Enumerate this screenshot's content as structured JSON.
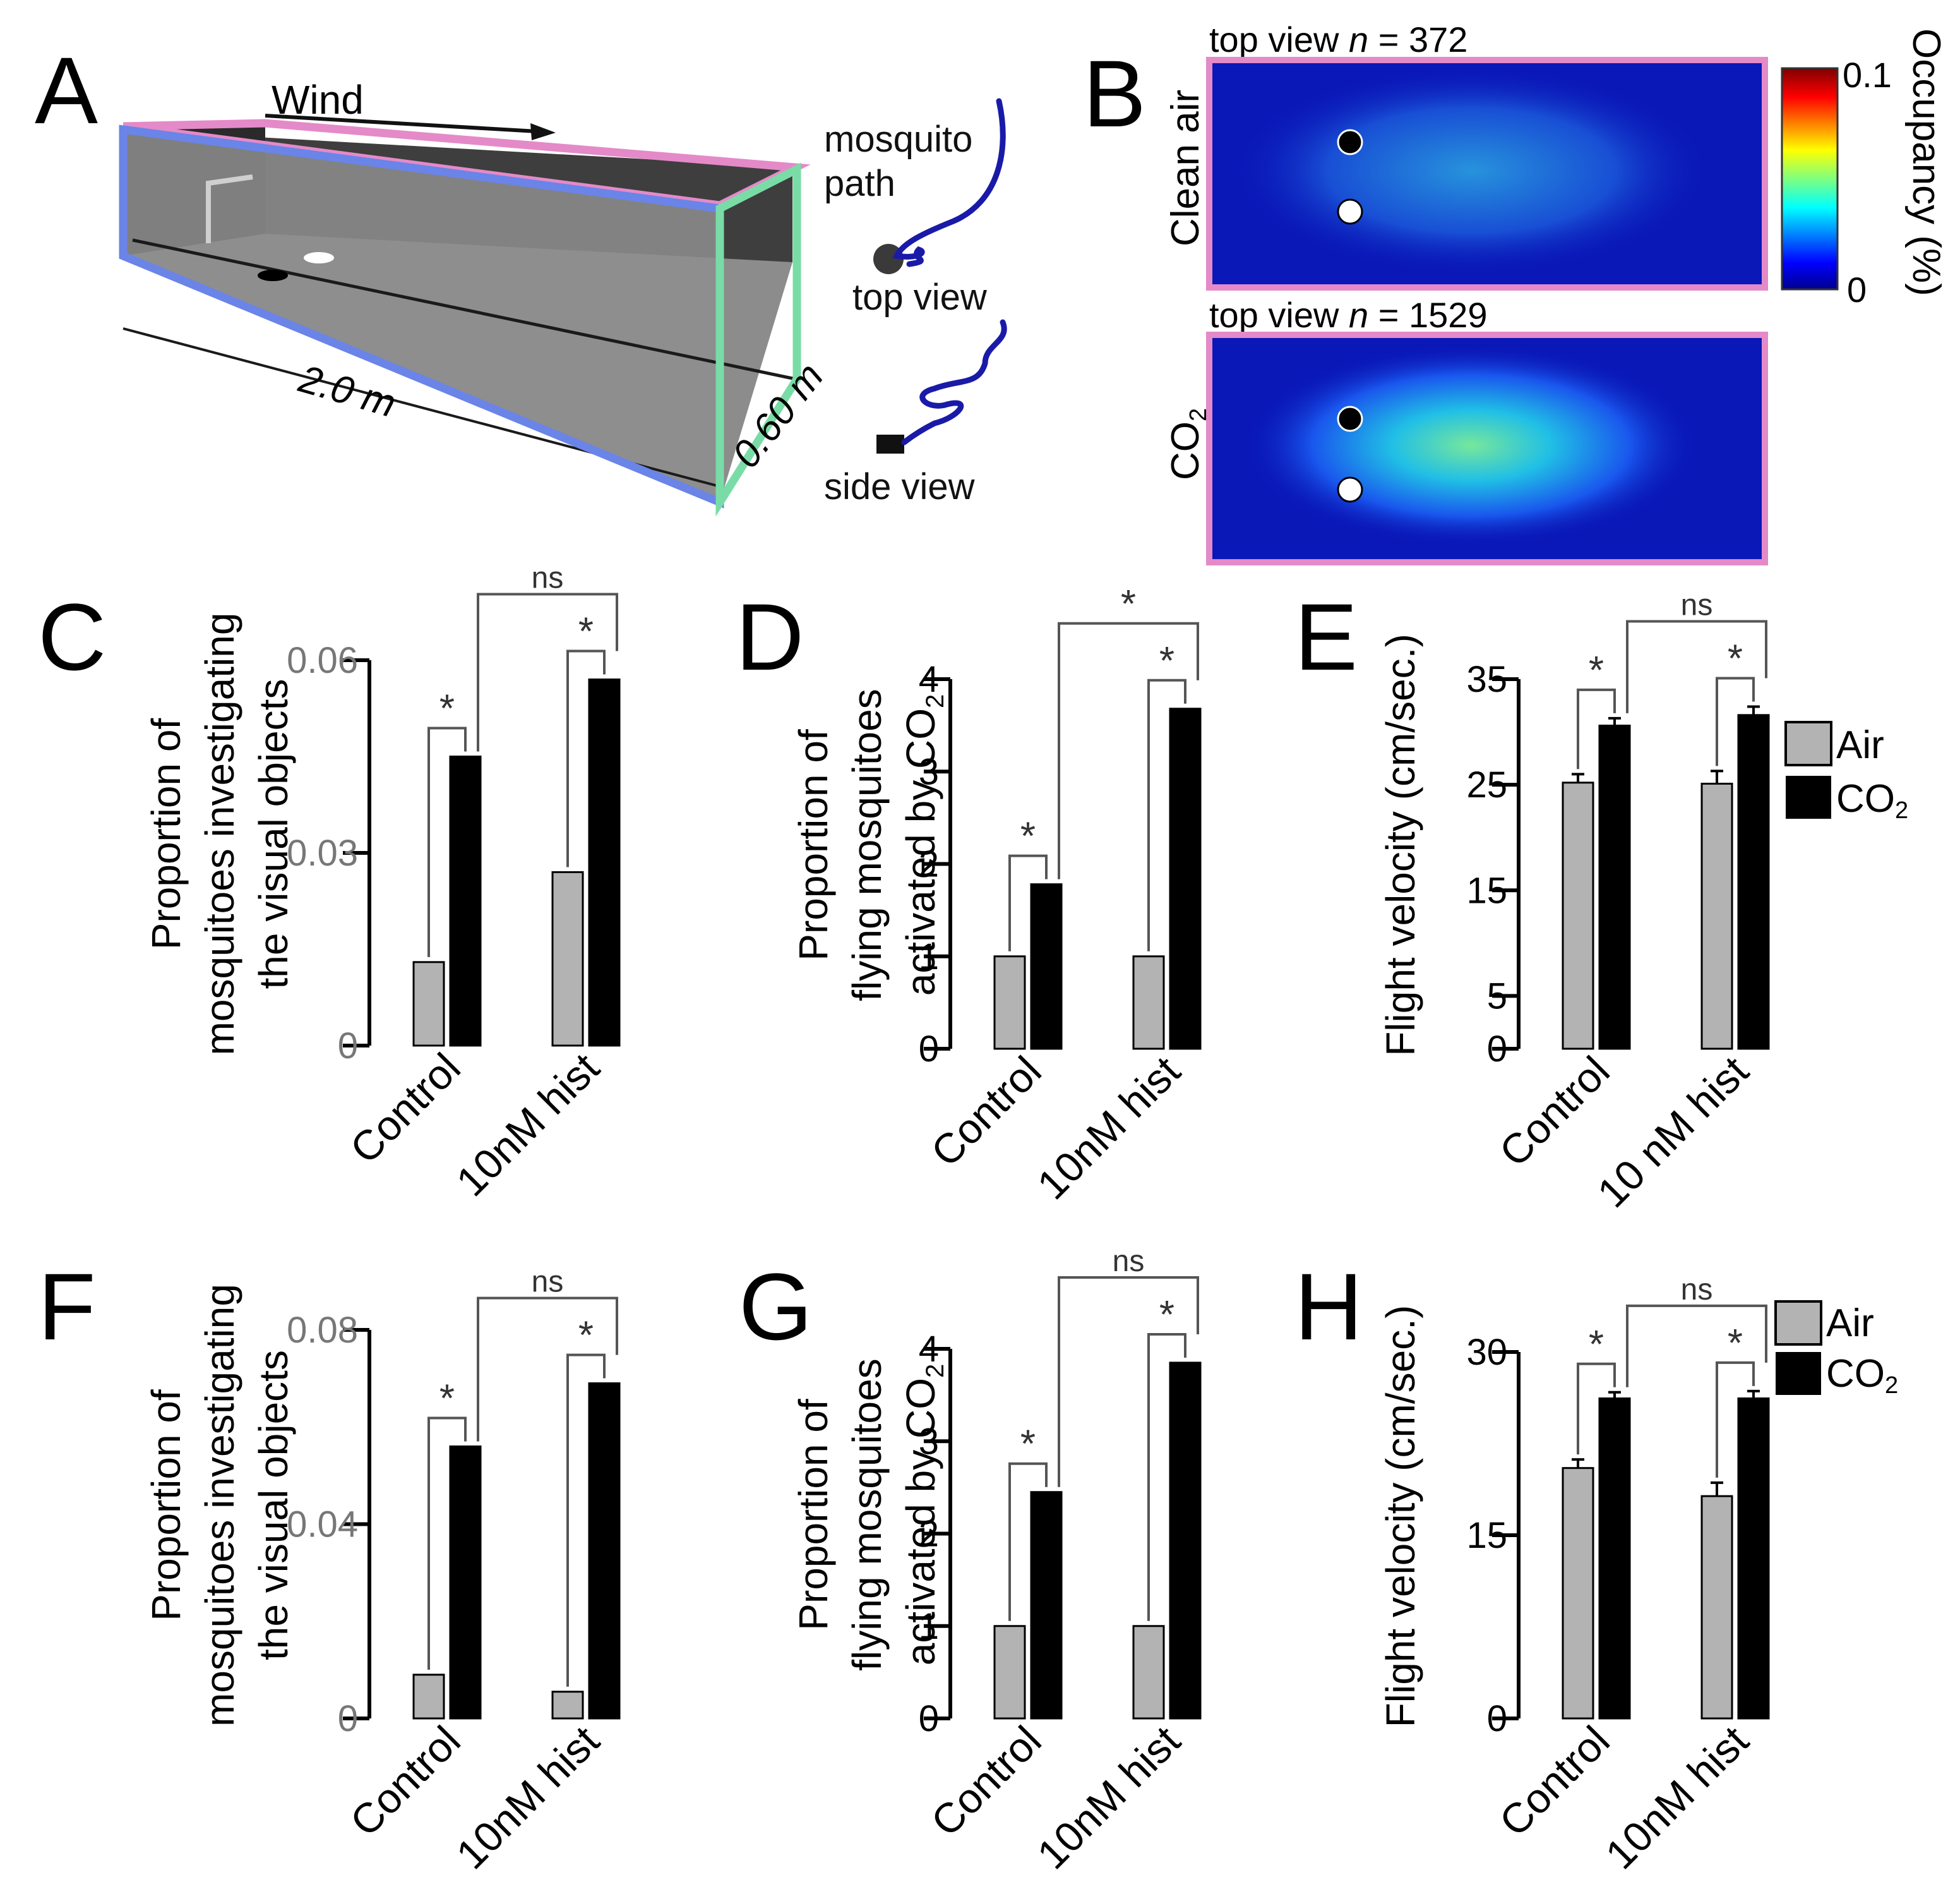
{
  "panel_letters": {
    "A": "A",
    "B": "B",
    "C": "C",
    "D": "D",
    "E": "E",
    "F": "F",
    "G": "G",
    "H": "H"
  },
  "panel_a": {
    "wind_label": "Wind",
    "length_label": "2.0 m",
    "width_label": "0.60 m",
    "path_label_line1": "mosquito",
    "path_label_line2": "path",
    "top_view_label": "top view",
    "side_view_label": "side view"
  },
  "panel_b": {
    "clean_air": {
      "prefix": "top view ",
      "n_symbol": "n",
      "n_value": " = 372",
      "row_label": "Clean air"
    },
    "co2": {
      "prefix": "top view ",
      "n_symbol": "n",
      "n_value": " = 1529",
      "row_label_main": "CO",
      "row_label_sub": "2"
    },
    "colorbar": {
      "max_label": "0.1",
      "min_label": "0",
      "title": "Occupancy (%)"
    }
  },
  "legend": {
    "air": "Air",
    "co2_main": "CO",
    "co2_sub": "2"
  },
  "colors": {
    "air": "#b3b3b3",
    "co2": "#000000",
    "tank_blue": "#6a84e8",
    "tank_pink": "#e48ac8",
    "tank_green": "#79dca6",
    "path_blue": "#1a1aa8"
  },
  "chart_data": [
    {
      "panel": "C",
      "type": "bar",
      "ylabel_lines": [
        "Proportion of",
        "mosquitoes investigating",
        "the visual objects"
      ],
      "ylabel_sub": "",
      "yticks": [
        0,
        0.03,
        0.06
      ],
      "ytick_labels": [
        "0",
        "0.03",
        "0.06"
      ],
      "ylim": [
        0,
        0.06
      ],
      "categories": [
        "Control",
        "10nM hist"
      ],
      "series": [
        {
          "name": "Air",
          "values": [
            0.013,
            0.027
          ]
        },
        {
          "name": "CO2",
          "values": [
            0.045,
            0.057
          ]
        }
      ],
      "errors": [
        [
          0,
          0
        ],
        [
          0,
          0
        ]
      ],
      "annotations": [
        "*",
        "*",
        "ns"
      ]
    },
    {
      "panel": "D",
      "type": "bar",
      "ylabel_lines": [
        "Proportion of",
        "flying mosquitoes",
        "activated by CO"
      ],
      "ylabel_sub": "2",
      "yticks": [
        0,
        1,
        2,
        3,
        4
      ],
      "ytick_labels": [
        "0",
        "1",
        "2",
        "3",
        "4"
      ],
      "ylim": [
        0,
        4
      ],
      "categories": [
        "Control",
        "10nM hist"
      ],
      "series": [
        {
          "name": "Air",
          "values": [
            1.0,
            1.0
          ]
        },
        {
          "name": "CO2",
          "values": [
            1.78,
            3.68
          ]
        }
      ],
      "errors": [
        [
          0,
          0
        ],
        [
          0,
          0
        ]
      ],
      "annotations": [
        "*",
        "*",
        "*"
      ]
    },
    {
      "panel": "E",
      "type": "bar",
      "ylabel_lines": [
        "Flight velocity (cm/sec.)"
      ],
      "ylabel_sub": "",
      "yticks": [
        0,
        5,
        15,
        25,
        35
      ],
      "ytick_labels": [
        "0",
        "5",
        "15",
        "25",
        "35"
      ],
      "ylim": [
        0,
        35
      ],
      "categories": [
        "Control",
        "10 nM hist"
      ],
      "series": [
        {
          "name": "Air",
          "values": [
            25.2,
            25.1
          ]
        },
        {
          "name": "CO2",
          "values": [
            30.6,
            31.6
          ]
        }
      ],
      "errors": [
        [
          0.8,
          1.2
        ],
        [
          0.7,
          0.8
        ]
      ],
      "annotations": [
        "*",
        "*",
        "ns"
      ]
    },
    {
      "panel": "F",
      "type": "bar",
      "ylabel_lines": [
        "Proportion of",
        "mosquitoes investigating",
        "the visual objects"
      ],
      "ylabel_sub": "",
      "yticks": [
        0,
        0.04,
        0.08
      ],
      "ytick_labels": [
        "0",
        "0.04",
        "0.08"
      ],
      "ylim": [
        0,
        0.08
      ],
      "categories": [
        "Control",
        "10nM hist"
      ],
      "series": [
        {
          "name": "Air",
          "values": [
            0.009,
            0.0055
          ]
        },
        {
          "name": "CO2",
          "values": [
            0.056,
            0.069
          ]
        }
      ],
      "errors": [
        [
          0,
          0
        ],
        [
          0,
          0
        ]
      ],
      "annotations": [
        "*",
        "*",
        "ns"
      ]
    },
    {
      "panel": "G",
      "type": "bar",
      "ylabel_lines": [
        "Proportion of",
        "flying mosquitoes",
        "activated by CO"
      ],
      "ylabel_sub": "2",
      "yticks": [
        0,
        1,
        2,
        3,
        4
      ],
      "ytick_labels": [
        "0",
        "1",
        "2",
        "3",
        "4"
      ],
      "ylim": [
        0,
        4
      ],
      "categories": [
        "Control",
        "10nM hist"
      ],
      "series": [
        {
          "name": "Air",
          "values": [
            1.0,
            1.0
          ]
        },
        {
          "name": "CO2",
          "values": [
            2.45,
            3.85
          ]
        }
      ],
      "errors": [
        [
          0,
          0
        ],
        [
          0,
          0
        ]
      ],
      "annotations": [
        "*",
        "*",
        "ns"
      ]
    },
    {
      "panel": "H",
      "type": "bar",
      "ylabel_lines": [
        "Flight velocity (cm/sec.)"
      ],
      "ylabel_sub": "",
      "yticks": [
        0,
        15,
        30
      ],
      "ytick_labels": [
        "0",
        "15",
        "30"
      ],
      "ylim": [
        0,
        30
      ],
      "categories": [
        "Control",
        "10nM hist"
      ],
      "series": [
        {
          "name": "Air",
          "values": [
            20.5,
            18.2
          ]
        },
        {
          "name": "CO2",
          "values": [
            26.2,
            26.2
          ]
        }
      ],
      "errors": [
        [
          0.7,
          1.1
        ],
        [
          0.5,
          0.6
        ]
      ],
      "annotations": [
        "*",
        "*",
        "ns"
      ]
    }
  ]
}
